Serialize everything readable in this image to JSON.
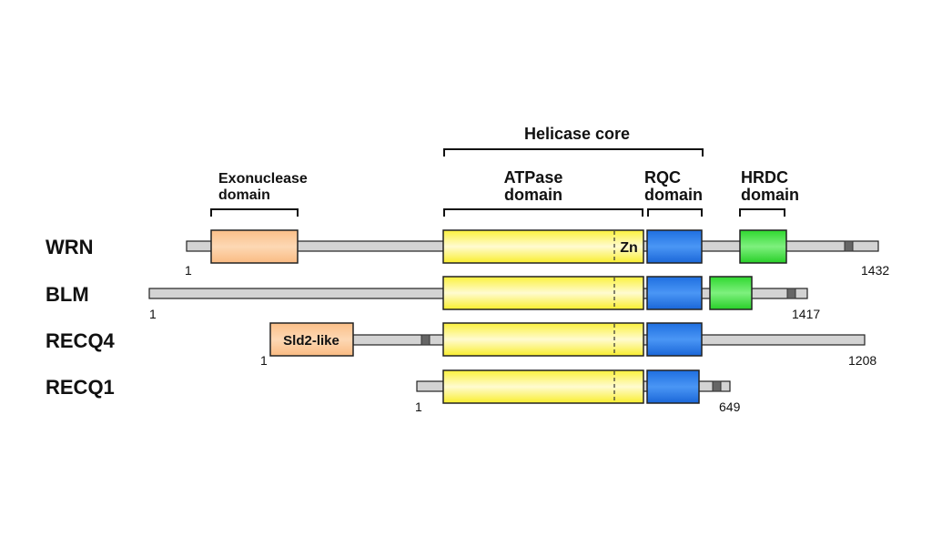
{
  "colors": {
    "exonuclease": "#fcc895",
    "atpase": "#fbf250",
    "rqc": "#2e7be8",
    "hrdc": "#3fe03f",
    "backbone": "#d3d3d3",
    "marker": "#666666"
  },
  "headers": {
    "helicase_core": "Helicase core",
    "exonuclease_line1": "Exonuclease",
    "exonuclease_line2": "domain",
    "atpase_line1": "ATPase",
    "atpase_line2": "domain",
    "rqc_line1": "RQC",
    "rqc_line2": "domain",
    "hrdc_line1": "HRDC",
    "hrdc_line2": "domain"
  },
  "proteins": [
    {
      "name": "WRN",
      "start": "1",
      "end": "1432",
      "zn_label": "Zn"
    },
    {
      "name": "BLM",
      "start": "1",
      "end": "1417"
    },
    {
      "name": "RECQ4",
      "start": "1",
      "end": "1208",
      "sld2_label": "Sld2-like"
    },
    {
      "name": "RECQ1",
      "start": "1",
      "end": "649"
    }
  ]
}
